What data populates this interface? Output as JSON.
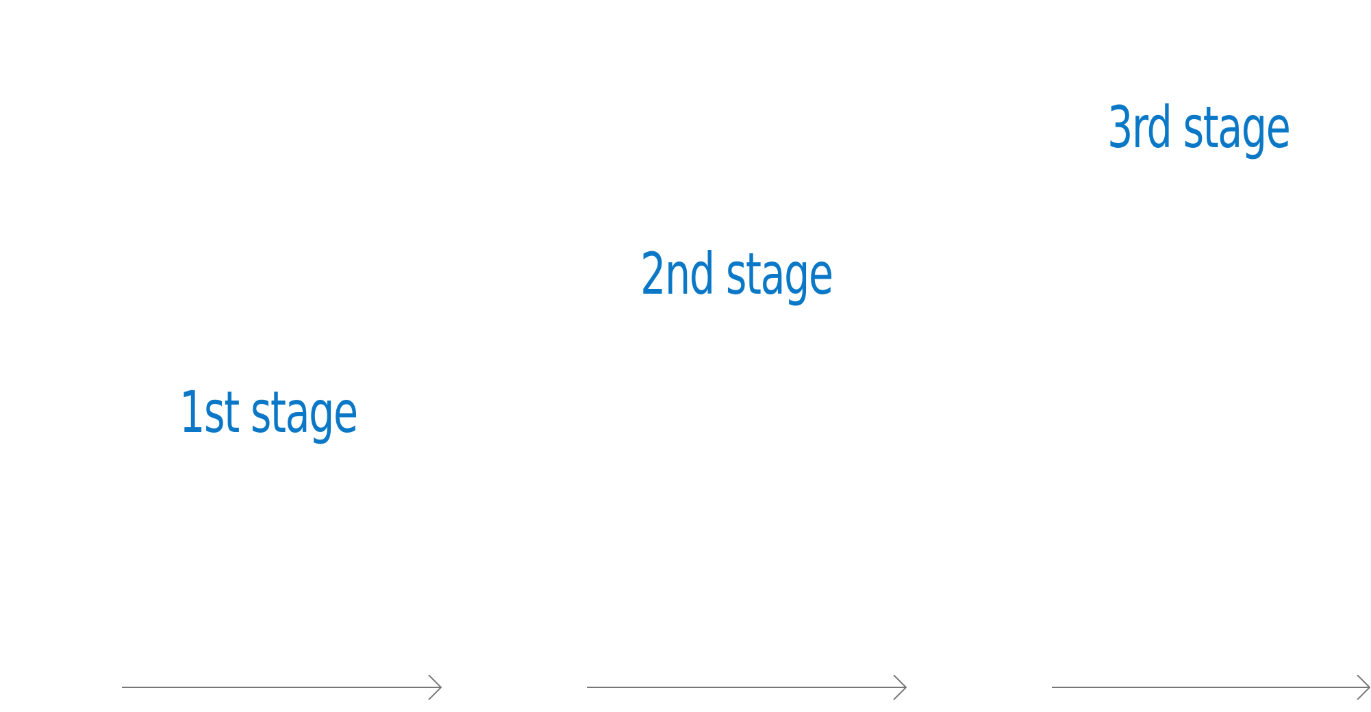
{
  "stages": [
    {
      "label": "1st stage"
    },
    {
      "label": "2nd stage"
    },
    {
      "label": "3rd stage"
    }
  ],
  "colors": {
    "label": "#0a78c6",
    "arrow": "#777777",
    "background": "#ffffff"
  },
  "icons": [
    "right-arrow-icon"
  ]
}
